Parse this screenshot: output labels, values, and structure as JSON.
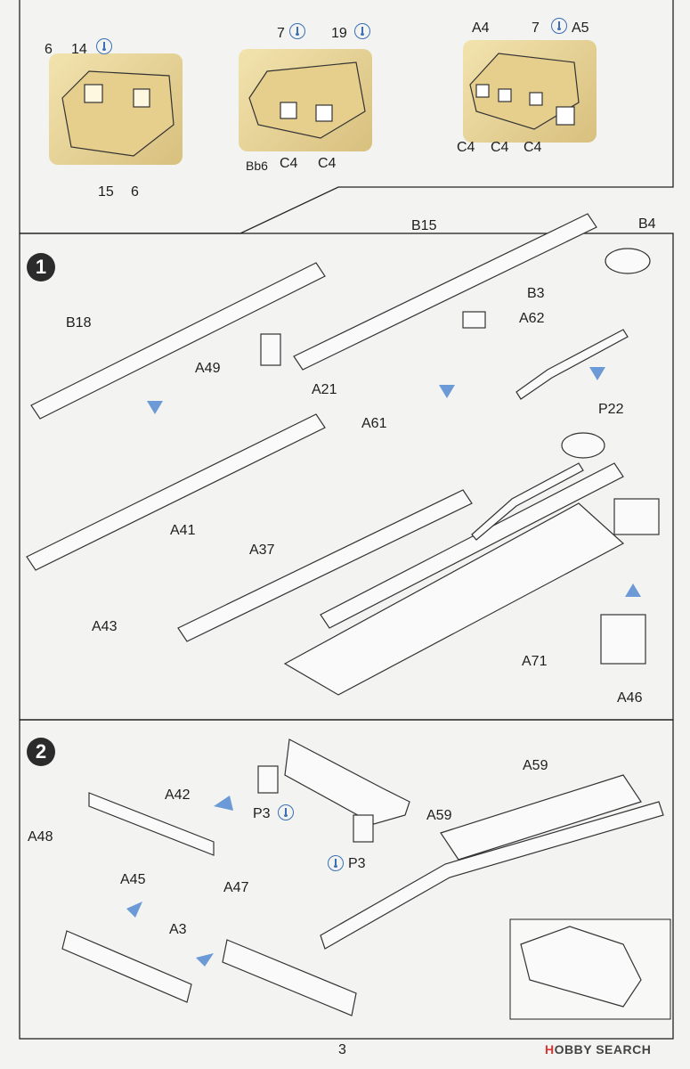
{
  "colors": {
    "paint_icon": "#3a6fb5",
    "photo_tint": "#e8d69c",
    "badge": "#2b2b2b",
    "arrow_blue": "#6b9ad6"
  },
  "photos": {
    "left": {
      "labels": [
        "6",
        "14",
        "15",
        "6"
      ]
    },
    "middle": {
      "labels": [
        "7",
        "19",
        "Bb6",
        "C4",
        "C4"
      ]
    },
    "right": {
      "labels": [
        "A4",
        "7",
        "A5",
        "C4",
        "C4",
        "C4"
      ]
    }
  },
  "step1": {
    "number": "1",
    "labels": [
      "B15",
      "B4",
      "B3",
      "A62",
      "B18",
      "A49",
      "A21",
      "A61",
      "P22",
      "A41",
      "A37",
      "A43",
      "A71",
      "A46"
    ]
  },
  "step2": {
    "number": "2",
    "labels": [
      "A59",
      "A42",
      "A48",
      "P3",
      "A59",
      "A45",
      "A47",
      "P3",
      "A3"
    ]
  },
  "footer": {
    "page_number": "3",
    "watermark_prefix": "H",
    "watermark_text": "OBBY SEARCH"
  }
}
